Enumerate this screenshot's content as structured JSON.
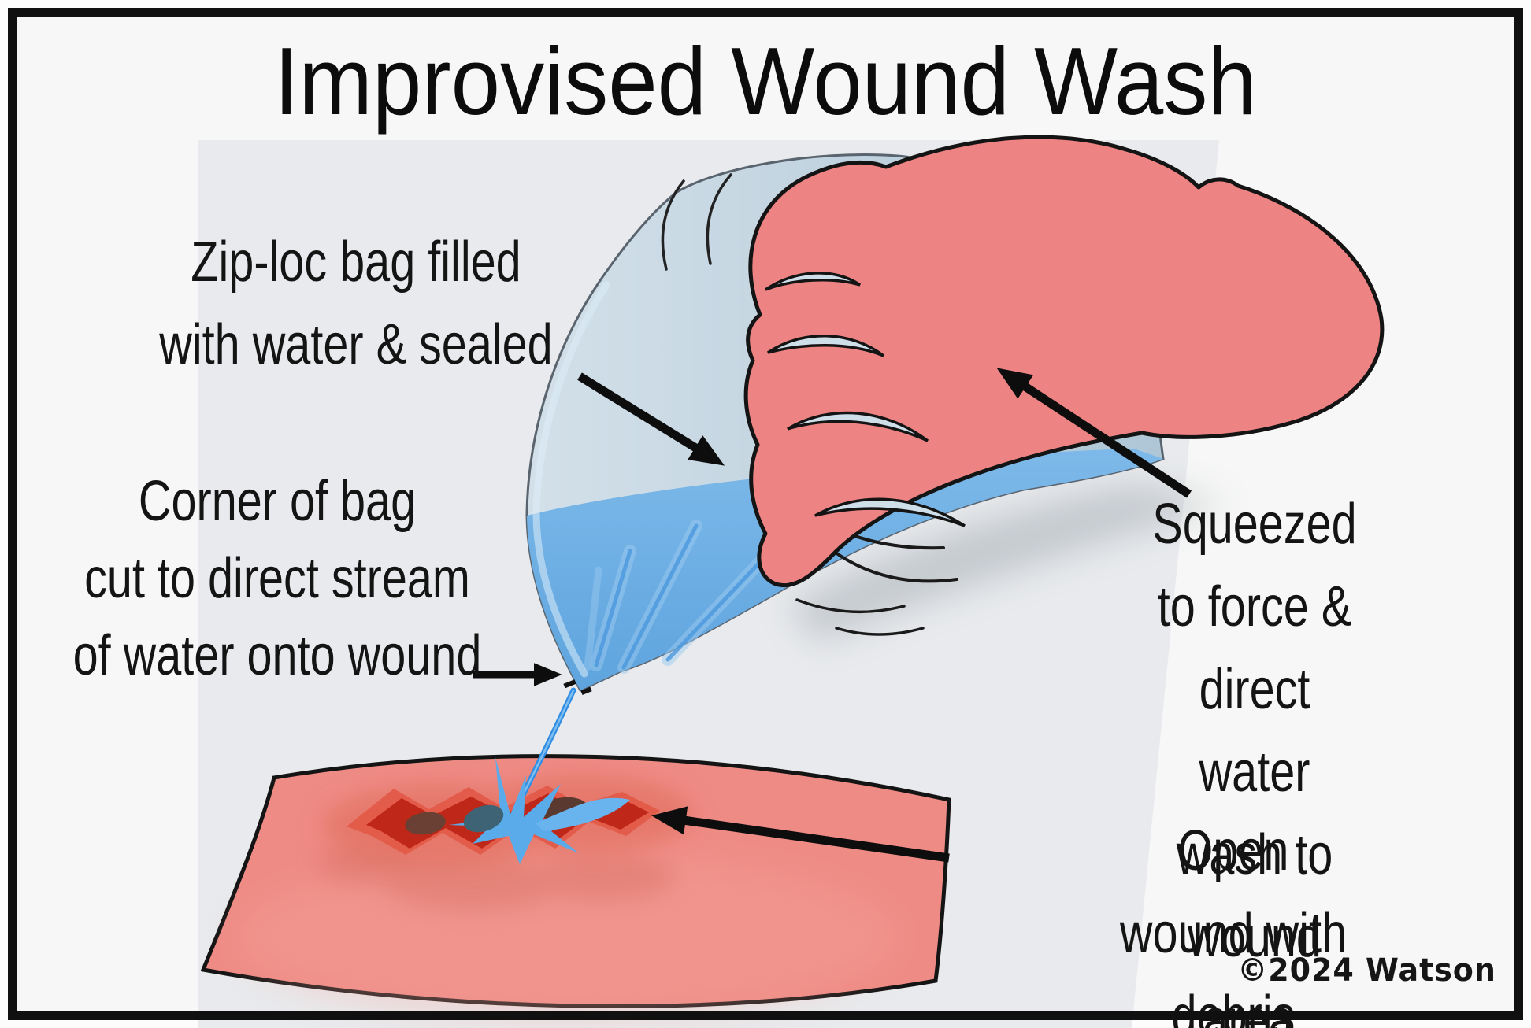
{
  "title": "Improvised Wound Wash",
  "labels": {
    "bag": "Zip-loc bag filled\nwith water & sealed",
    "corner": "Corner of bag\ncut to direct stream\nof water onto wound",
    "squeeze": "Squeezed to force &\ndirect water wash to\nwound area.",
    "wound": "Open wound with debris"
  },
  "copyright": "©2024 Watson",
  "colors": {
    "background": "#f6f7f6",
    "panel": "#e8eaed",
    "frame": "#101010",
    "hand": "#ee8383",
    "bag_air": "#b9cedd",
    "bag_water": "#6fb0e4",
    "stream": "#3490e4",
    "splash": "#5aabea",
    "skin": "#ee8b85",
    "wound_dark": "#bf2718",
    "wound_light": "#e25846",
    "text": "#141414"
  },
  "icons": {
    "arrow_bag": "arrow-pointing-to-bag",
    "arrow_squeeze": "arrow-pointing-to-hand",
    "arrow_corner": "arrow-pointing-to-bag-corner",
    "arrow_wound": "arrow-pointing-to-wound"
  }
}
